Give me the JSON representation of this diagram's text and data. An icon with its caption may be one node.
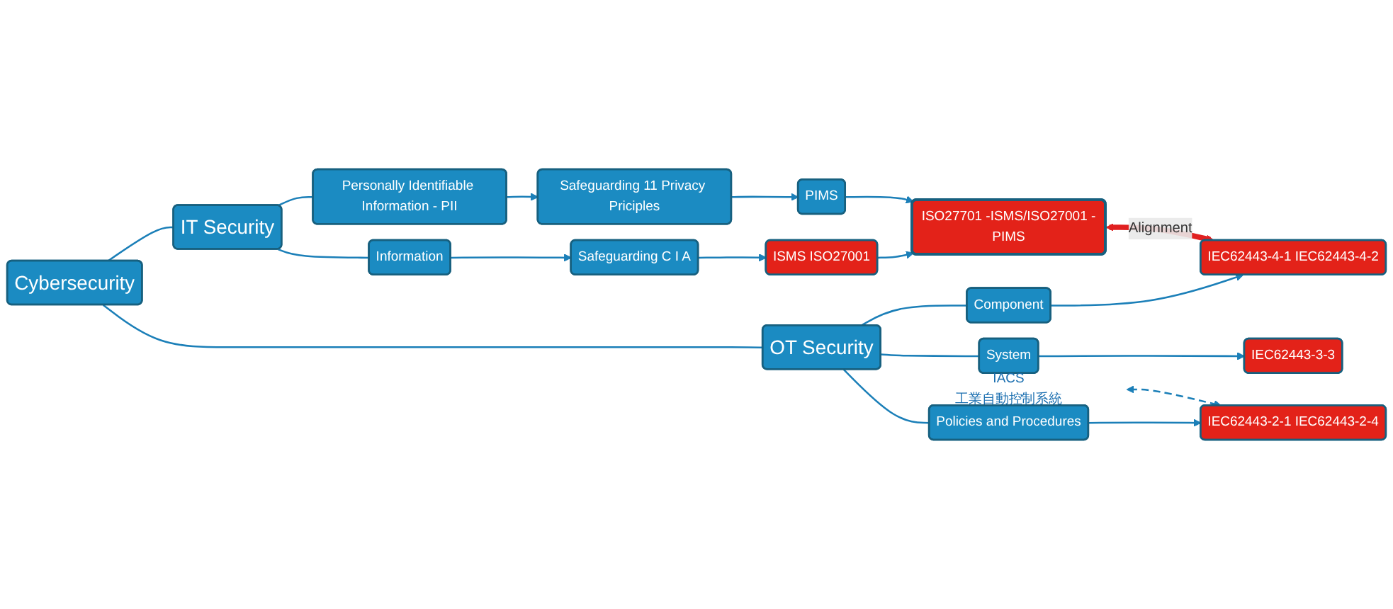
{
  "diagram": {
    "nodes": [
      {
        "text": [
          "Cybersecurity"
        ]
      },
      {
        "text": [
          "IT Security"
        ]
      },
      {
        "text": [
          "OT Security"
        ]
      },
      {
        "text": [
          "Information"
        ]
      },
      {
        "text": [
          "Personally Identifiable Information - PII"
        ]
      },
      {
        "text": [
          "Safeguarding C I A"
        ]
      },
      {
        "text": [
          "Safeguarding 11 Privacy Priciples"
        ]
      },
      {
        "text": [
          "ISMS ISO27001"
        ]
      },
      {
        "text": [
          "PIMS"
        ]
      },
      {
        "text": [
          "ISO27701 -ISMS/ISO27001 -PIMS"
        ]
      },
      {
        "text": [
          "Policies and Procedures"
        ]
      },
      {
        "text": [
          "System"
        ]
      },
      {
        "text": [
          "Component"
        ]
      },
      {
        "text": [
          "IEC62443-2-1 IEC62443-2-4"
        ]
      },
      {
        "text": [
          "IEC62443-3-3"
        ]
      },
      {
        "text": [
          "IEC62443-4-1 IEC62443-4-2"
        ]
      },
      {
        "text": [
          "IACS",
          "工業自動控制系統"
        ]
      }
    ],
    "edges": [
      {
        "from": 0,
        "to": 1,
        "arrow": "none"
      },
      {
        "from": 0,
        "to": 2,
        "arrow": "none"
      },
      {
        "from": 1,
        "to": 3,
        "arrow": "none"
      },
      {
        "from": 1,
        "to": 4,
        "arrow": "none"
      },
      {
        "from": 3,
        "to": 5,
        "arrow": "to"
      },
      {
        "from": 4,
        "to": 6,
        "arrow": "to"
      },
      {
        "from": 5,
        "to": 7,
        "arrow": "to"
      },
      {
        "from": 6,
        "to": 8,
        "arrow": "to"
      },
      {
        "from": 7,
        "to": 9,
        "arrow": "to"
      },
      {
        "from": 8,
        "to": 9,
        "arrow": "to"
      },
      {
        "from": 2,
        "to": 10,
        "arrow": "none"
      },
      {
        "from": 2,
        "to": 11,
        "arrow": "none"
      },
      {
        "from": 2,
        "to": 12,
        "arrow": "none"
      },
      {
        "from": 10,
        "to": 13,
        "arrow": "to"
      },
      {
        "from": 11,
        "to": 14,
        "arrow": "to"
      },
      {
        "from": 12,
        "to": 15,
        "arrow": "to"
      },
      {
        "from": 16,
        "to": 13,
        "arrow": "both",
        "style": "dashed"
      },
      {
        "from": 9,
        "to": 15,
        "arrow": "both",
        "label": "Alignment",
        "style": "thick",
        "color": "#e02020"
      }
    ]
  }
}
